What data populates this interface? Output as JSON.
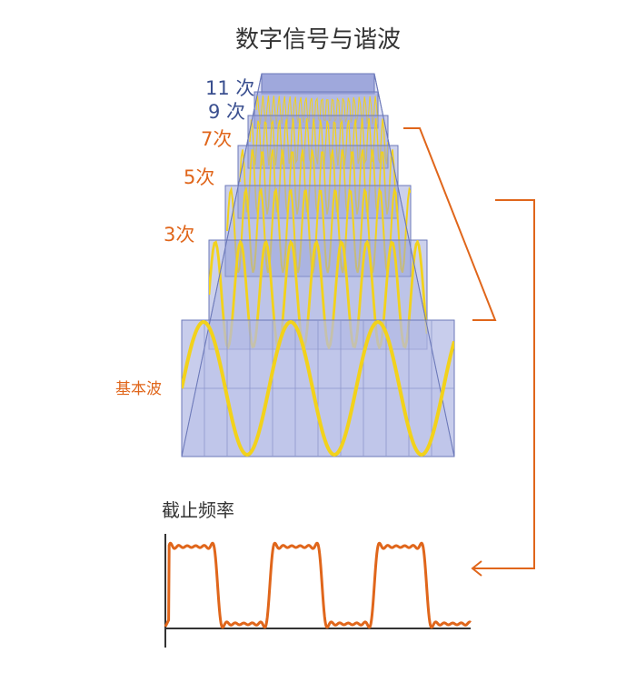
{
  "title": "数字信号与谐波",
  "harmonic_labels": {
    "h11": "11 次",
    "h9": "9 次",
    "h7": "7次",
    "h5": "5次",
    "h3": "3次",
    "fundamental": "基本波"
  },
  "cutoff_label": "截止频率",
  "colors": {
    "wave": "#f2d21b",
    "orange": "#e0661b",
    "panel_fill": "#aab2e0",
    "panel_stroke": "#6b78b8",
    "label_blue": "#3a4f8f"
  },
  "harmonics": [
    {
      "order": 11,
      "label": "11 次"
    },
    {
      "order": 9,
      "label": "9 次"
    },
    {
      "order": 7,
      "label": "7次"
    },
    {
      "order": 5,
      "label": "5次"
    },
    {
      "order": 3,
      "label": "3次"
    },
    {
      "order": 1,
      "label": "基本波"
    }
  ]
}
